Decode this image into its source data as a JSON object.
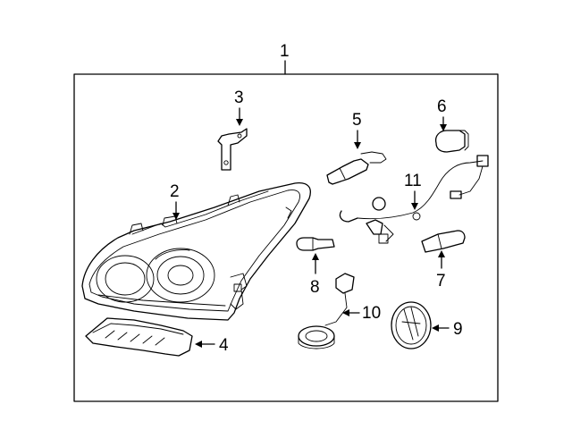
{
  "diagram": {
    "main_label": "1",
    "callouts": {
      "c2": "2",
      "c3": "3",
      "c4": "4",
      "c5": "5",
      "c6": "6",
      "c7": "7",
      "c8": "8",
      "c9": "9",
      "c10": "10",
      "c11": "11"
    }
  }
}
